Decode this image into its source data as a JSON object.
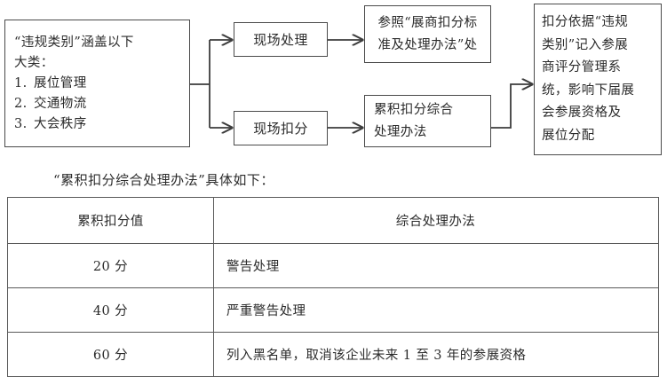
{
  "flowchart": {
    "boxes": {
      "categories": {
        "title": "“违规类别”涵盖以下",
        "title2": "大类：",
        "items": [
          {
            "num": "1.",
            "label": "展位管理"
          },
          {
            "num": "2.",
            "label": "交通物流"
          },
          {
            "num": "3.",
            "label": "大会秩序"
          }
        ]
      },
      "onsite_handle": {
        "label": "现场处理"
      },
      "onsite_deduct": {
        "label": "现场扣分"
      },
      "refer_standard": {
        "line1": "参照“展商扣分标",
        "line2": "准及处理办法”处"
      },
      "cumulative_method": {
        "line1": "累积扣分综合",
        "line2": "处理办法"
      },
      "scoring_system": {
        "line1": "扣分依据“违规",
        "line2": "类别”记入参展",
        "line3": "商评分管理系",
        "line4": "统，影响下届展",
        "line5": "会参展资格及",
        "line6": "展位分配"
      }
    },
    "line_color": "#4a4a4a"
  },
  "caption": "“累积扣分综合处理办法”具体如下：",
  "table": {
    "headers": [
      "累积扣分值",
      "综合处理办法"
    ],
    "rows": [
      {
        "score": "20 分",
        "method": "警告处理"
      },
      {
        "score": "40 分",
        "method": "严重警告处理"
      },
      {
        "score": "60 分",
        "method": "列入黑名单，取消该企业未来 1 至 3 年的参展资格"
      }
    ]
  }
}
